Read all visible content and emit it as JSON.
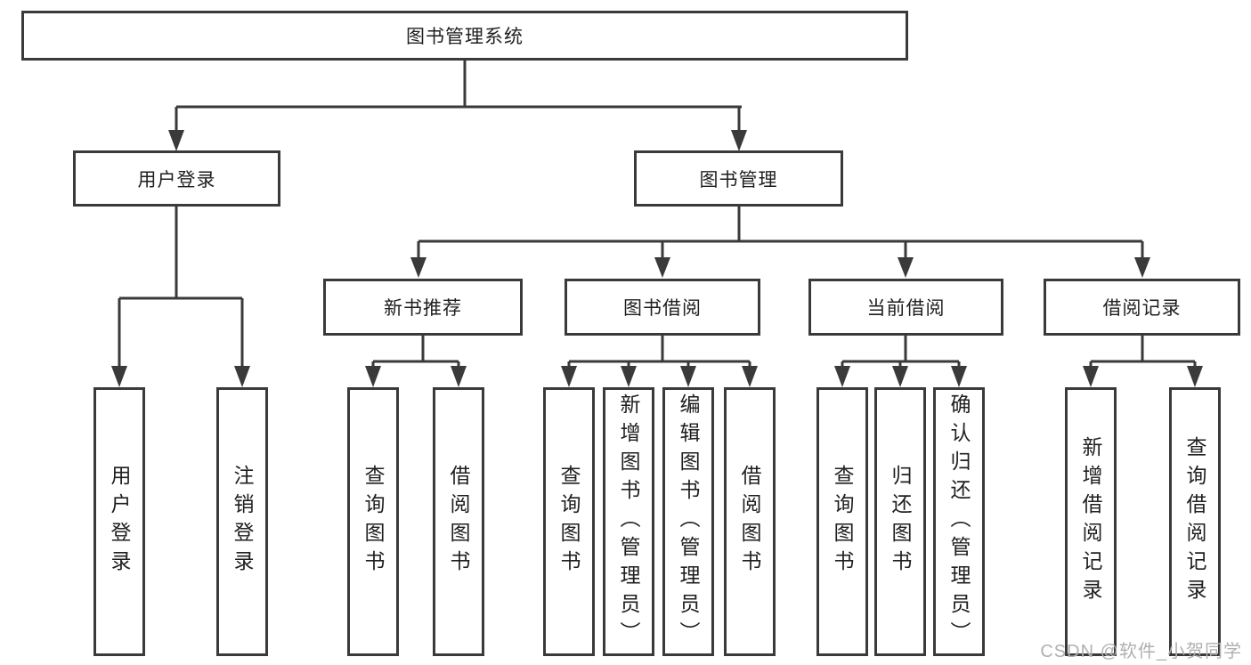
{
  "colors": {
    "line": "#3a3a3a",
    "text": "#1f1f1f",
    "watermark": "#b0b0b0",
    "bg": "#ffffff"
  },
  "diagram": {
    "root": {
      "label": "图书管理系统"
    },
    "branches": [
      {
        "label": "用户登录",
        "children": [
          "用户登录",
          "注销登录"
        ]
      },
      {
        "label": "图书管理",
        "sections": [
          {
            "label": "新书推荐",
            "children": [
              "查询图书",
              "借阅图书"
            ]
          },
          {
            "label": "图书借阅",
            "children": [
              "查询图书",
              "新增图书（管理员）",
              "编辑图书（管理员）",
              "借阅图书"
            ]
          },
          {
            "label": "当前借阅",
            "children": [
              "查询图书",
              "归还图书",
              "确认归还（管理员）"
            ]
          },
          {
            "label": "借阅记录",
            "children": [
              "新增借阅记录",
              "查询借阅记录"
            ]
          }
        ]
      }
    ]
  },
  "watermark": {
    "text": "CSDN @软件_小贺同学"
  }
}
